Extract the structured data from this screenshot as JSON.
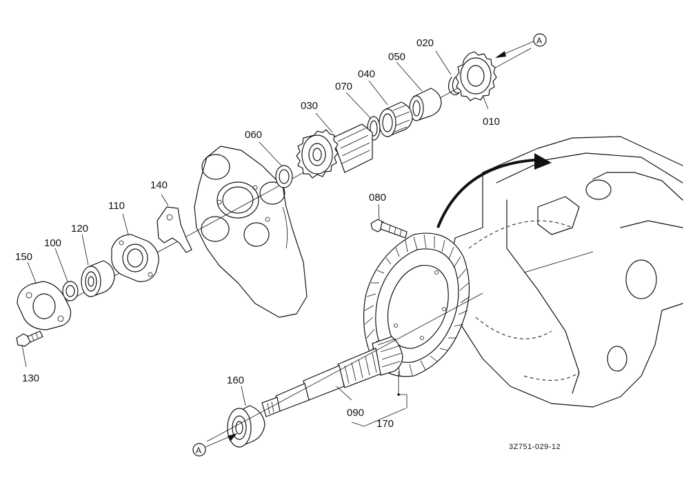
{
  "parts": [
    {
      "id": "p010",
      "label": "010"
    },
    {
      "id": "p020",
      "label": "020"
    },
    {
      "id": "p030",
      "label": "030"
    },
    {
      "id": "p040",
      "label": "040"
    },
    {
      "id": "p050",
      "label": "050"
    },
    {
      "id": "p060",
      "label": "060"
    },
    {
      "id": "p070",
      "label": "070"
    },
    {
      "id": "p080",
      "label": "080"
    },
    {
      "id": "p090",
      "label": "090"
    },
    {
      "id": "p100",
      "label": "100"
    },
    {
      "id": "p110",
      "label": "110"
    },
    {
      "id": "p120",
      "label": "120"
    },
    {
      "id": "p130",
      "label": "130"
    },
    {
      "id": "p140",
      "label": "140"
    },
    {
      "id": "p150",
      "label": "150"
    },
    {
      "id": "p160",
      "label": "160"
    },
    {
      "id": "p170",
      "label": "170"
    }
  ],
  "markers": {
    "top": "A",
    "bottom": "A"
  },
  "figure_code": "3Z751-029-12"
}
